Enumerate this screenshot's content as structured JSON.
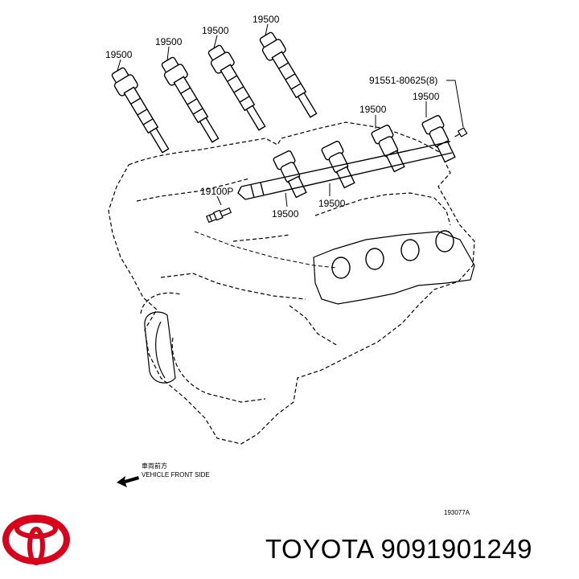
{
  "diagram": {
    "labels": {
      "coil_top_1": "19500",
      "coil_top_2": "19500",
      "coil_top_3": "19500",
      "coil_top_4": "19500",
      "bolt": "91551-80625(8)",
      "coil_right_upper_1": "19500",
      "coil_right_upper_2": "19500",
      "coil_lower_1": "19500",
      "coil_lower_2": "19500",
      "glow_plug": "19100P"
    },
    "front_label_jp": "車両前方",
    "front_label_en": "VEHICLE FRONT SIDE",
    "figure_id": "193077A"
  },
  "footer": {
    "brand_text": "TOYOTA 9091901249"
  },
  "colors": {
    "logo_red": "#d9001b",
    "line": "#000000"
  },
  "icons": {
    "logo": "toyota-logo",
    "arrow": "front-arrow-icon"
  }
}
